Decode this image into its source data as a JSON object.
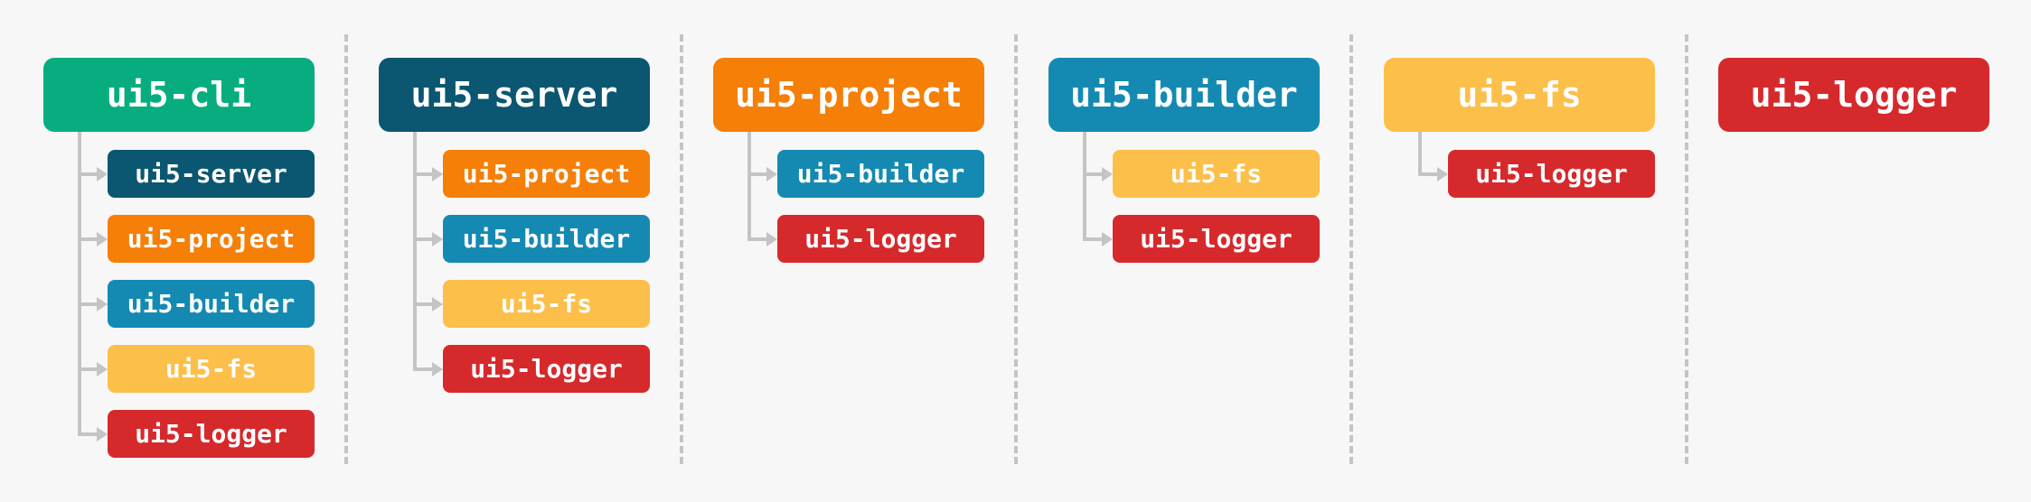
{
  "colors": {
    "ui5-cli": "#07ad7f",
    "ui5-server": "#0b5671",
    "ui5-project": "#f57f07",
    "ui5-builder": "#148ab2",
    "ui5-fs": "#fcbf4a",
    "ui5-logger": "#d6292c",
    "connector": "#c4c4c4",
    "background": "#f7f7f7"
  },
  "modules": [
    {
      "name": "ui5-cli",
      "dependencies": [
        "ui5-server",
        "ui5-project",
        "ui5-builder",
        "ui5-fs",
        "ui5-logger"
      ]
    },
    {
      "name": "ui5-server",
      "dependencies": [
        "ui5-project",
        "ui5-builder",
        "ui5-fs",
        "ui5-logger"
      ]
    },
    {
      "name": "ui5-project",
      "dependencies": [
        "ui5-builder",
        "ui5-logger"
      ]
    },
    {
      "name": "ui5-builder",
      "dependencies": [
        "ui5-fs",
        "ui5-logger"
      ]
    },
    {
      "name": "ui5-fs",
      "dependencies": [
        "ui5-logger"
      ]
    },
    {
      "name": "ui5-logger",
      "dependencies": []
    }
  ]
}
